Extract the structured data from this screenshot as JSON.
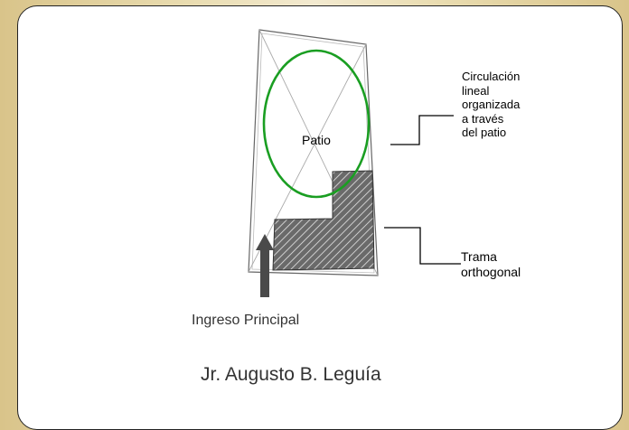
{
  "labels": {
    "patio": "Patio",
    "circulation": "Circulación\nlineal\norganizada\na través\ndel patio",
    "trama": "Trama\northogonal",
    "entrance": "Ingreso Principal",
    "street": "Jr. Augusto B. Leguía"
  },
  "colors": {
    "patio_outline": "#1a9e22",
    "hatch_fill": "#5a5a5a",
    "arrow": "#4a4a4a"
  }
}
